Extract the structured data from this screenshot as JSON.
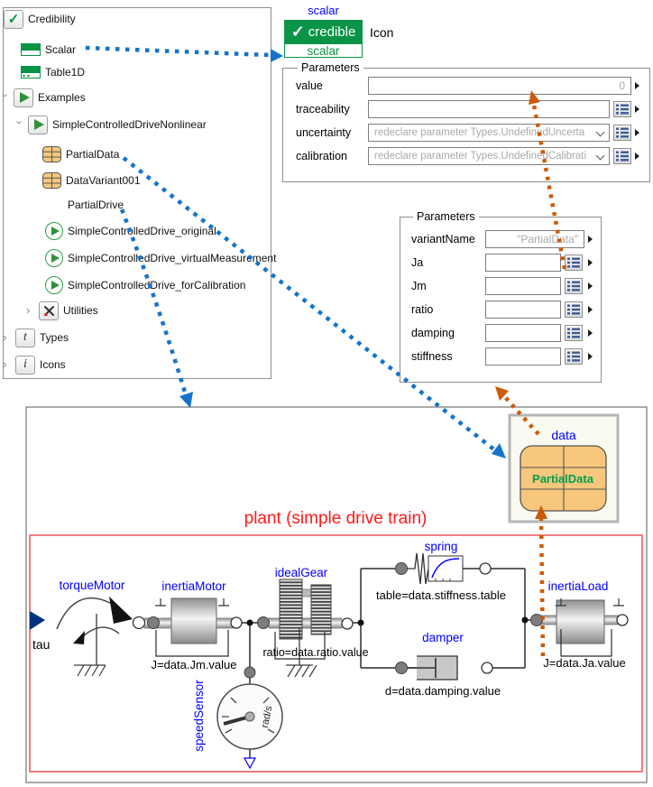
{
  "tree": {
    "items": [
      {
        "label": "Credibility"
      },
      {
        "label": "Scalar"
      },
      {
        "label": "Table1D"
      },
      {
        "label": "Examples"
      },
      {
        "label": "SimpleControlledDriveNonlinear"
      },
      {
        "label": "PartialData"
      },
      {
        "label": "DataVariant001"
      },
      {
        "label": "PartialDrive"
      },
      {
        "label": "SimpleControlledDrive_original"
      },
      {
        "label": "SimpleControlledDrive_virtualMeasurement"
      },
      {
        "label": "SimpleControlledDrive_forCalibration"
      },
      {
        "label": "Utilities"
      },
      {
        "label": "Types"
      },
      {
        "label": "Icons"
      }
    ]
  },
  "icon_block": {
    "type_label": "scalar",
    "badge": "credible",
    "badge_check": "✓",
    "badge_sub": "scalar",
    "caption": "Icon"
  },
  "panel_scalar": {
    "legend": "Parameters",
    "rows": {
      "value": {
        "label": "value",
        "value": "0"
      },
      "traceability": {
        "label": "traceability",
        "value": ""
      },
      "uncertainty": {
        "label": "uncertainty",
        "value": "redeclare parameter Types.UndefinedUncerta"
      },
      "calibration": {
        "label": "calibration",
        "value": "redeclare parameter Types.UndefinedCalibrati"
      }
    }
  },
  "panel_record": {
    "legend": "Parameters",
    "rows": {
      "variantName": {
        "label": "variantName",
        "value": "\"PartialData\""
      },
      "Ja": {
        "label": "Ja",
        "value": ""
      },
      "Jm": {
        "label": "Jm",
        "value": ""
      },
      "ratio": {
        "label": "ratio",
        "value": ""
      },
      "damping": {
        "label": "damping",
        "value": ""
      },
      "stiffness": {
        "label": "stiffness",
        "value": ""
      }
    }
  },
  "diagram": {
    "title": "plant (simple drive train)",
    "data_block": {
      "name": "data",
      "record": "PartialData"
    },
    "tau": "tau",
    "torqueMotor": "torqueMotor",
    "inertiaMotor": "inertiaMotor",
    "inertiaMotor_param": "J=data.Jm.value",
    "idealGear": "idealGear",
    "idealGear_param": "ratio=data.ratio.value",
    "spring": "spring",
    "spring_param": "table=data.stiffness.table",
    "damper": "damper",
    "damper_param": "d=data.damping.value",
    "inertiaLoad": "inertiaLoad",
    "inertiaLoad_param": "J=data.Ja.value",
    "speedSensor": "speedSensor",
    "speedSensor_unit": "rad/s"
  },
  "colors": {
    "accent_green": "#0b9347",
    "label_blue": "#0000ff",
    "annotation_blue": "#1474cc",
    "annotation_orange": "#cc5a0a",
    "plant_red": "#ff1a1a",
    "record_fill": "#f6c77c",
    "record_text": "#00a050"
  }
}
